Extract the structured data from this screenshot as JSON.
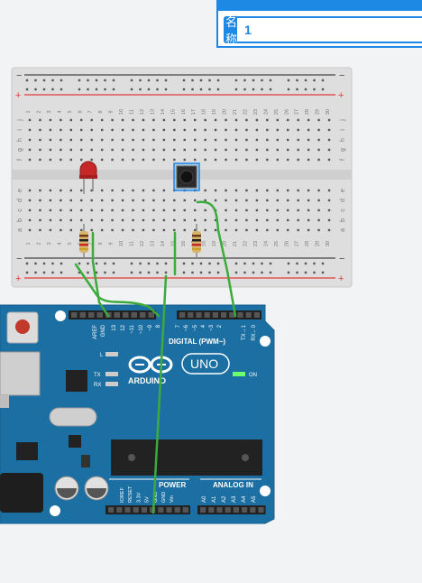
{
  "properties_panel": {
    "name_label": "名称",
    "name_value": "1"
  },
  "breadboard": {
    "column_numbers": [
      "1",
      "2",
      "3",
      "4",
      "5",
      "6",
      "7",
      "8",
      "9",
      "10",
      "11",
      "12",
      "13",
      "14",
      "15",
      "16",
      "17",
      "18",
      "19",
      "20",
      "21",
      "22",
      "23",
      "24",
      "25",
      "26",
      "27",
      "28",
      "29",
      "30"
    ],
    "row_letters_top": [
      "j",
      "i",
      "h",
      "g",
      "f"
    ],
    "row_letters_bottom": [
      "e",
      "d",
      "c",
      "b",
      "a"
    ],
    "rail_minus": "−",
    "rail_plus": "+"
  },
  "arduino": {
    "brand": "ARDUINO",
    "model": "UNO",
    "digital_header": "DIGITAL (PWM~)",
    "power_header": "POWER",
    "analog_header": "ANALOG IN",
    "on_label": "ON",
    "led_l": "L",
    "led_tx": "TX",
    "led_rx": "RX",
    "digital_pins": [
      "AREF",
      "GND",
      "13",
      "12",
      "~11",
      "~10",
      "~9",
      "8",
      "7",
      "~6",
      "~5",
      "4",
      "~3",
      "2",
      "TX→1",
      "RX←0"
    ],
    "power_pins": [
      "IOREF",
      "RESET",
      "3.3V",
      "5V",
      "GND",
      "GND",
      "Vin"
    ],
    "analog_pins": [
      "A0",
      "A1",
      "A2",
      "A3",
      "A4",
      "A5"
    ]
  },
  "colors": {
    "accent": "#1e88e5",
    "board_blue": "#1b6fa3",
    "wire_green": "#3cab3c",
    "rail_red": "#e53935"
  }
}
